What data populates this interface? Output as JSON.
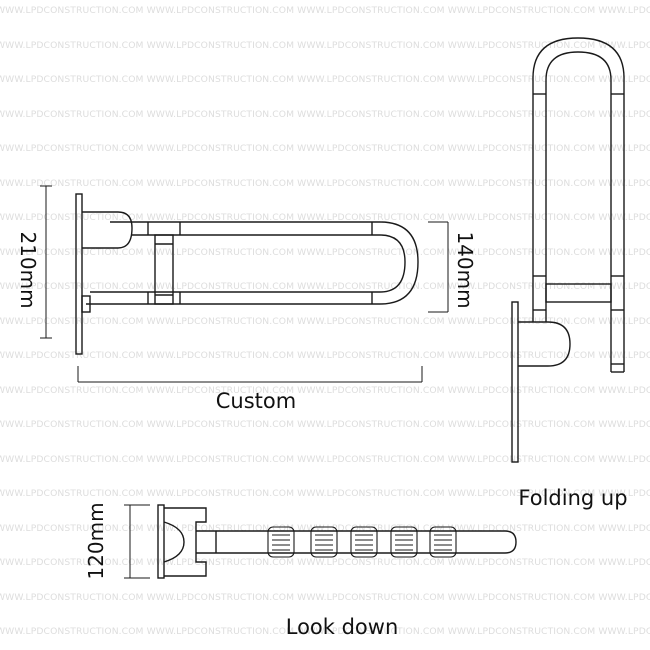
{
  "watermark": {
    "text": "WWW.LPDCONSTRUCTION.COM"
  },
  "labels": {
    "height_front": "210mm",
    "height_end": "140mm",
    "length": "Custom",
    "folding": "Folding up",
    "width_top": "120mm",
    "look_down": "Look down"
  },
  "colors": {
    "stroke": "#1a1a1a",
    "watermark": "#dddddd",
    "background": "#ffffff"
  }
}
